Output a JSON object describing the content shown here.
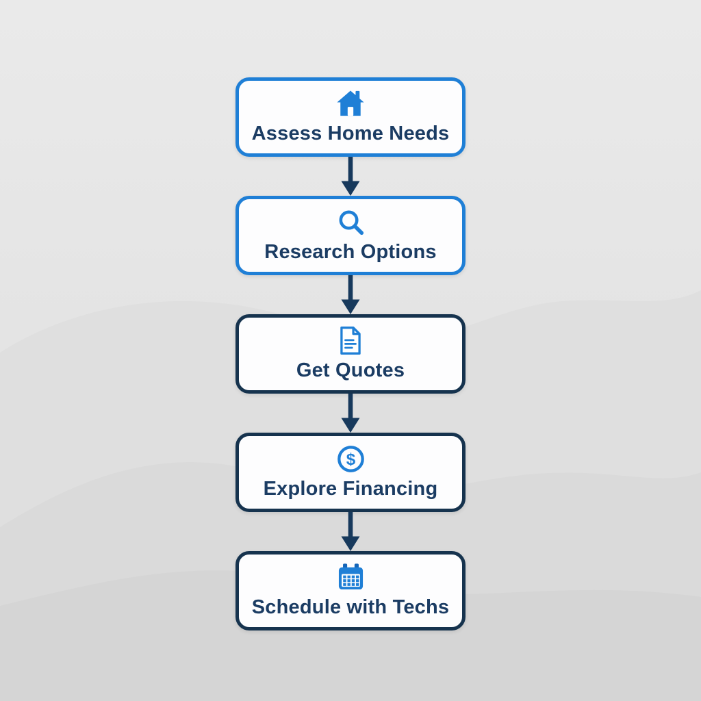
{
  "colors": {
    "accent_blue": "#1f7fd6",
    "navy": "#16334e",
    "text": "#1b3c63",
    "arrow": "#17395c",
    "box_bg": "#fdfdfe",
    "bg_top": "#eaeaea",
    "bg_base": "#e3e3e3",
    "wave_1": "#dfdfdf",
    "wave_2": "#dadada",
    "wave_3": "#d5d5d5",
    "calendar_tab": "#1565b8"
  },
  "flow": {
    "steps": [
      {
        "label": "Assess Home Needs",
        "icon": "home-icon",
        "border": "blue"
      },
      {
        "label": "Research Options",
        "icon": "search-icon",
        "border": "blue"
      },
      {
        "label": "Get Quotes",
        "icon": "document-icon",
        "border": "navy"
      },
      {
        "label": "Explore Financing",
        "icon": "dollar-circle-icon",
        "border": "navy"
      },
      {
        "label": "Schedule with Techs",
        "icon": "calendar-icon",
        "border": "navy"
      }
    ]
  },
  "icons": {
    "dollar_glyph": "$"
  }
}
